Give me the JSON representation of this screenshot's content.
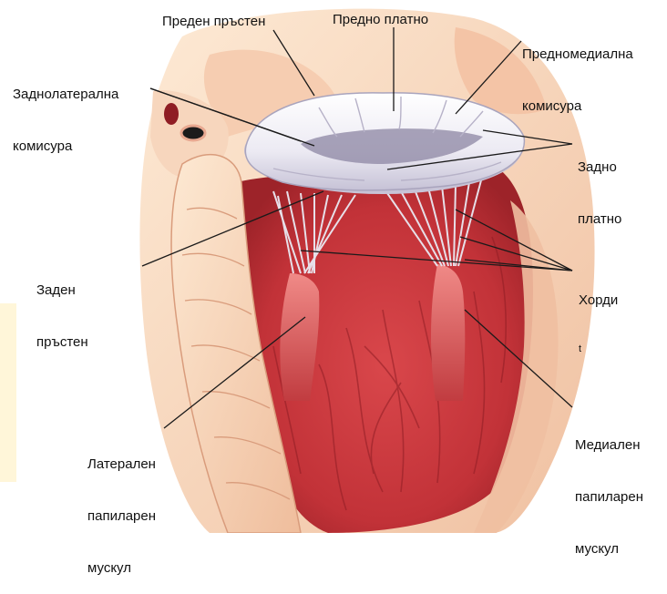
{
  "labels": {
    "anterior_ring": "Преден пръстен",
    "anterior_leaflet": "Предно платно",
    "anteromedial_commissure": [
      "Предномедиална",
      "комисура"
    ],
    "posterolateral_commissure": [
      "Заднолатерална",
      "комисура"
    ],
    "posterior_leaflet": [
      "Задно",
      "платно"
    ],
    "posterior_ring": [
      "Заден",
      "пръстен"
    ],
    "chordae": [
      "Хорди",
      "t"
    ],
    "lateral_papillary_muscle": [
      "Латерален",
      "папиларен",
      "мускул"
    ],
    "medial_papillary_muscle": [
      "Медиален",
      "папиларен",
      "мускул"
    ]
  },
  "colors": {
    "muscle": "#c93a3f",
    "muscle_dark": "#8f1d24",
    "muscle_light": "#e06a6b",
    "valve": "#f1f0f6",
    "valve_shadow": "#b9b6c9",
    "tissue": "#f3c7a8",
    "tissue_light": "#fbe7cf",
    "panel": "#fff6d9",
    "line": "#1a1a1a"
  }
}
